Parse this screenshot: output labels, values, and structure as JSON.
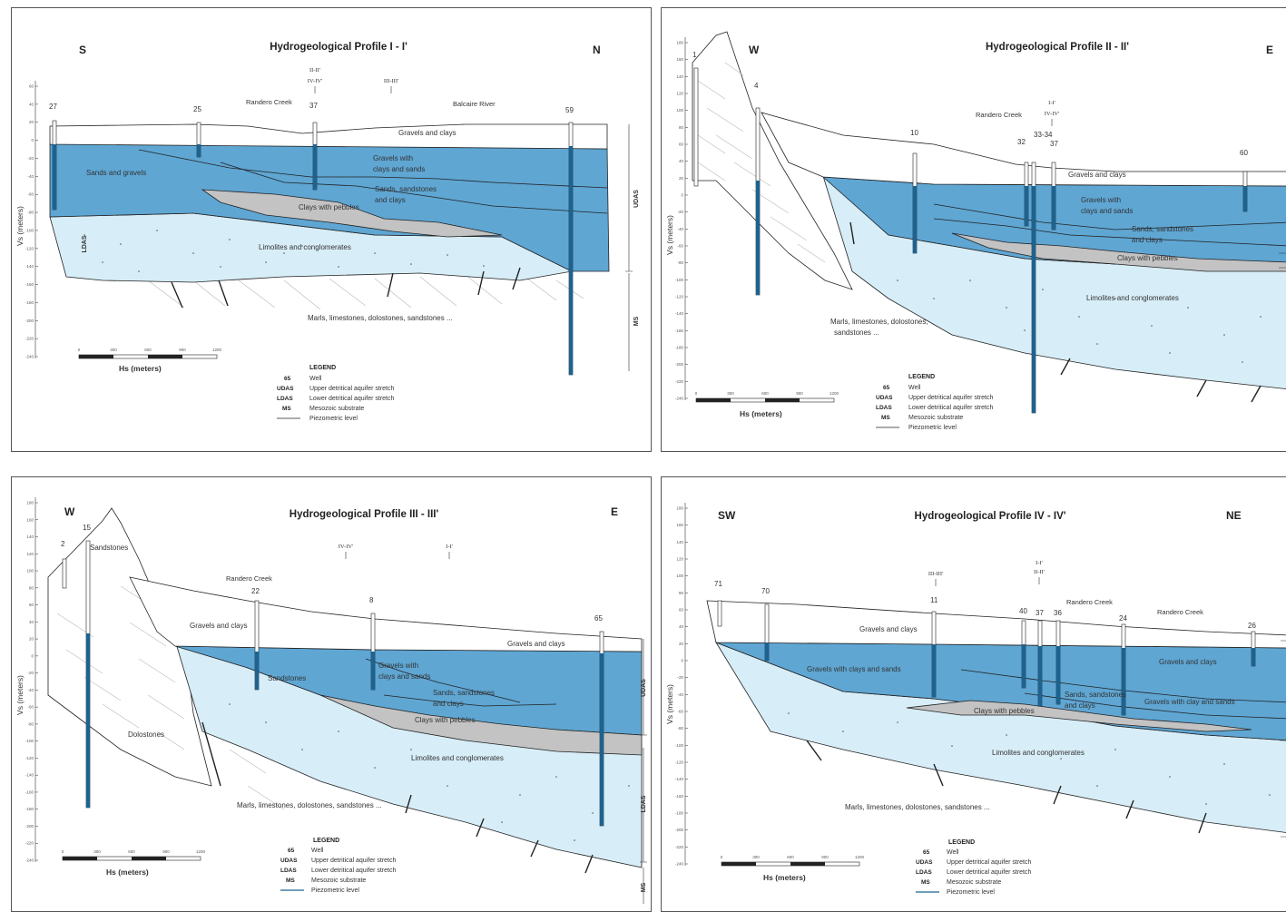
{
  "colors": {
    "udas_blue": "#5fa6d3",
    "ldas_lightblue": "#d7edf7",
    "clay_gray": "#c3c3c3",
    "well_blue": "#1b6391",
    "line": "#222222"
  },
  "common": {
    "vs_label": "Vs (meters)",
    "hs_label": "Hs (meters)",
    "legend_title": "LEGEND",
    "legend": [
      {
        "key": "65",
        "value": "Well"
      },
      {
        "key": "UDAS",
        "value": "Upper detritical aquifer stretch"
      },
      {
        "key": "LDAS",
        "value": "Lower detritical aquifer stretch"
      },
      {
        "key": "MS",
        "value": "Mesozoic substrate"
      },
      {
        "key": "",
        "value": "Piezometric level"
      }
    ],
    "scale_ticks": [
      "0",
      "300",
      "600",
      "900",
      "1200"
    ],
    "side": {
      "udas": "UDAS",
      "ldas": "LDAS",
      "ms": "MS"
    }
  },
  "profiles": [
    {
      "title": "Hydrogeological Profile I - I'",
      "left_dir": "S",
      "right_dir": "N",
      "yticks": [
        "60",
        "40",
        "20",
        "0",
        "-20",
        "-40",
        "-60",
        "-80",
        "-100",
        "-120",
        "-140",
        "-160",
        "-180",
        "-200",
        "-220",
        "-240"
      ],
      "cuts": [
        "II-II'",
        "IV-IV'",
        "III-III'"
      ],
      "features": [
        "Randero Creek",
        "Balcaire River"
      ],
      "wells": [
        "27",
        "25",
        "37",
        "59"
      ],
      "labels": [
        "Gravels and clays",
        "Sands and gravels",
        "Gravels with",
        "clays and sands",
        "Sands, sandstones",
        "and clays",
        "Clays with pebbles",
        "Limolites and conglomerates",
        "Marls, limestones, dolostones, sandstones ..."
      ]
    },
    {
      "title": "Hydrogeological Profile II - II'",
      "left_dir": "W",
      "right_dir": "E",
      "yticks": [
        "180",
        "160",
        "140",
        "120",
        "100",
        "80",
        "60",
        "40",
        "20",
        "0",
        "-20",
        "-40",
        "-60",
        "-80",
        "-100",
        "-120",
        "-140",
        "-160",
        "-180",
        "-200",
        "-220",
        "-240"
      ],
      "cuts": [
        "I-I'",
        "IV-IV'"
      ],
      "features": [
        "Randero Creek"
      ],
      "wells": [
        "1",
        "4",
        "10",
        "32",
        "33-34",
        "37",
        "60"
      ],
      "labels": [
        "Gravels and clays",
        "Gravels with",
        "clays and sands",
        "Sands, sandstones",
        "and clays",
        "Clays with pebbles",
        "Limolites and conglomerates",
        "Marls, limestones, dolostones,",
        "sandstones ..."
      ]
    },
    {
      "title": "Hydrogeological Profile III - III'",
      "left_dir": "W",
      "right_dir": "E",
      "yticks": [
        "180",
        "160",
        "140",
        "120",
        "100",
        "80",
        "60",
        "40",
        "20",
        "0",
        "-20",
        "-40",
        "-60",
        "-80",
        "-100",
        "-120",
        "-140",
        "-160",
        "-180",
        "-200",
        "-220",
        "-240"
      ],
      "cuts": [
        "IV-IV'",
        "I-I'"
      ],
      "features": [
        "Randero Creek"
      ],
      "wells": [
        "2",
        "15",
        "22",
        "8",
        "65"
      ],
      "labels": [
        "Sandstones",
        "Gravels and clays",
        "Gravels and clays",
        "Sandstones",
        "Gravels with",
        "clays and sands",
        "Sands, sandstones",
        "and clays",
        "Clays with pebbles",
        "Limolites and conglomerates",
        "Dolostones",
        "Marls, limestones, dolostones, sandstones ..."
      ]
    },
    {
      "title": "Hydrogeological Profile IV - IV'",
      "left_dir": "SW",
      "right_dir": "NE",
      "yticks": [
        "180",
        "160",
        "140",
        "120",
        "100",
        "80",
        "60",
        "40",
        "20",
        "0",
        "-20",
        "-40",
        "-60",
        "-80",
        "-100",
        "-120",
        "-140",
        "-160",
        "-180",
        "-200",
        "-220",
        "-240"
      ],
      "cuts": [
        "III-III'",
        "I-I'",
        "II-II'"
      ],
      "features": [
        "Randero Creek",
        "Randero Creek"
      ],
      "wells": [
        "71",
        "70",
        "11",
        "40",
        "37",
        "36",
        "24",
        "26"
      ],
      "labels": [
        "Gravels and clays",
        "Gravels with clays and sands",
        "Gravels and clays",
        "Sands, sandstones",
        "and clays",
        "Gravels with clay and sands",
        "Clays with pebbles",
        "Limolites and conglomerates",
        "Marls, limestones, dolostones, sandstones ..."
      ]
    }
  ]
}
